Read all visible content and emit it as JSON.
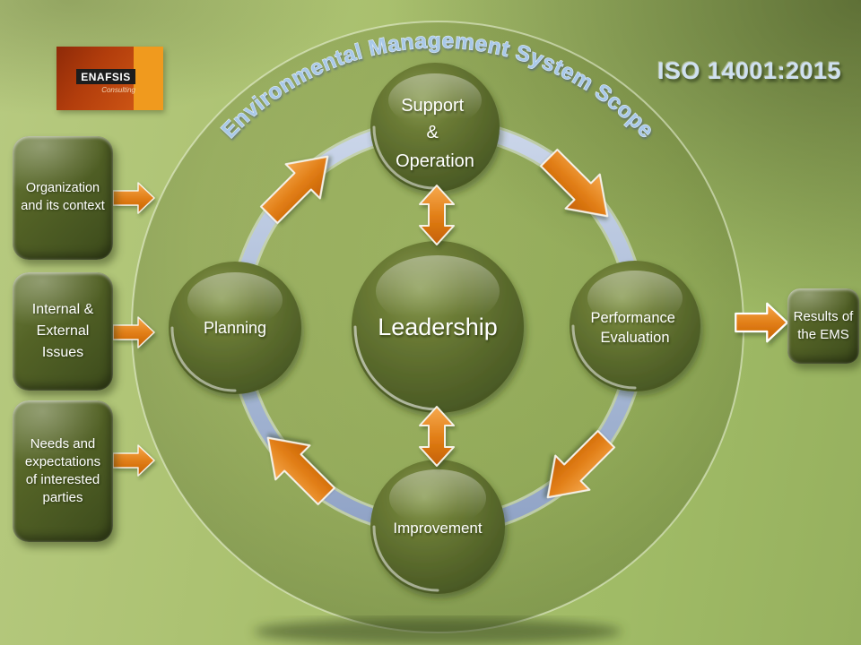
{
  "slide": {
    "arc_title": "Environmental Management System Scope",
    "standard_label": "ISO 14001:2015"
  },
  "logo": {
    "name": "ENAFSIS",
    "tagline": "Consulting"
  },
  "inputs": [
    {
      "label": "Organization and its context"
    },
    {
      "label": "Internal &\nExternal Issues"
    },
    {
      "label": "Needs and expectations of interested parties"
    }
  ],
  "output": {
    "label": "Results of the EMS"
  },
  "cycle": {
    "center": "Leadership",
    "top": [
      "Support",
      "&",
      "Operation"
    ],
    "left": "Planning",
    "right": [
      "Performance",
      "Evaluation"
    ],
    "bottom": "Improvement"
  },
  "colors": {
    "arrow_orange": "#e8821e",
    "ring_blue": "#a9bad6",
    "node_green": "#4e5d24",
    "title_blue": "#a9c9e9",
    "background_green": "#a3bd68",
    "logo_red": "#b23d0c",
    "logo_orange": "#f09a1e"
  }
}
